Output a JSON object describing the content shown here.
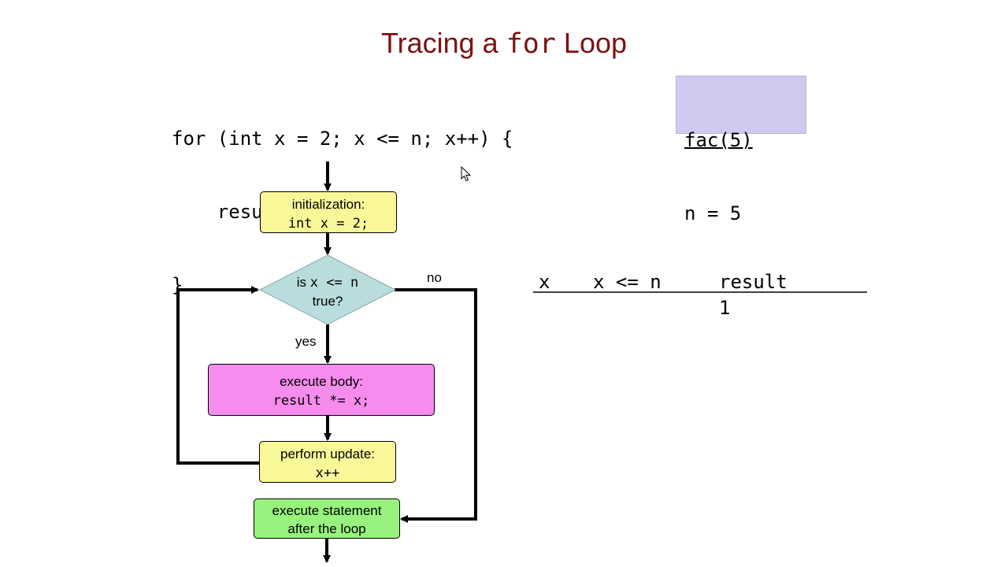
{
  "slide": {
    "title_prefix": "Tracing a ",
    "title_keyword": "for",
    "title_suffix": " Loop"
  },
  "code": {
    "lines": [
      "for (int x = 2; x <= n; x++) {",
      "    result *= x;",
      "}"
    ]
  },
  "call": {
    "function": "fac(5)",
    "param": "n = 5"
  },
  "flowchart": {
    "init_label": "initialization:",
    "init_code": "int x = 2;",
    "cond_prefix": "is ",
    "cond_code": "x <= n",
    "cond_suffix": "true?",
    "yes_label": "yes",
    "no_label": "no",
    "body_label": "execute body:",
    "body_code": "result *= x;",
    "update_label": "perform update:",
    "update_code": "x++",
    "after_line1": "execute statement",
    "after_line2": "after the loop"
  },
  "trace_table": {
    "headers": [
      "x",
      "x <= n",
      "result"
    ],
    "rows": [
      [
        "",
        "",
        "1"
      ]
    ]
  },
  "colors": {
    "title": "#7a1212",
    "call_box": "#cfcbf0",
    "init_box": "#f8f898",
    "condition": "#b9dcdc",
    "body_box": "#f68cee",
    "update_box": "#f8f898",
    "after_box": "#98f27e"
  },
  "icons": {
    "cursor": "mouse-pointer-icon"
  }
}
